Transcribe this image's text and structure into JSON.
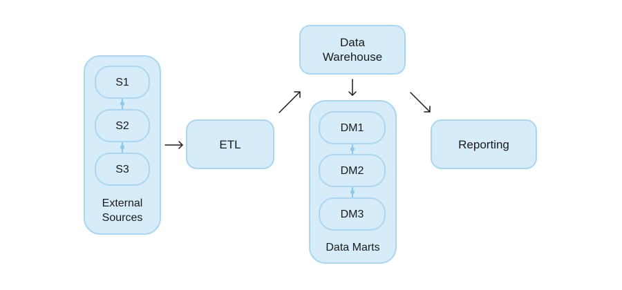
{
  "diagram": {
    "external_sources": {
      "label": "External\nSources",
      "items": [
        "S1",
        "S2",
        "S3"
      ]
    },
    "etl": {
      "label": "ETL"
    },
    "data_warehouse": {
      "label": "Data\nWarehouse"
    },
    "data_marts": {
      "label": "Data Marts",
      "items": [
        "DM1",
        "DM2",
        "DM3"
      ]
    },
    "reporting": {
      "label": "Reporting"
    }
  },
  "colors": {
    "fill": "#d6ecf9",
    "border": "#a9d6f3",
    "arrow": "#1a1a1a"
  }
}
